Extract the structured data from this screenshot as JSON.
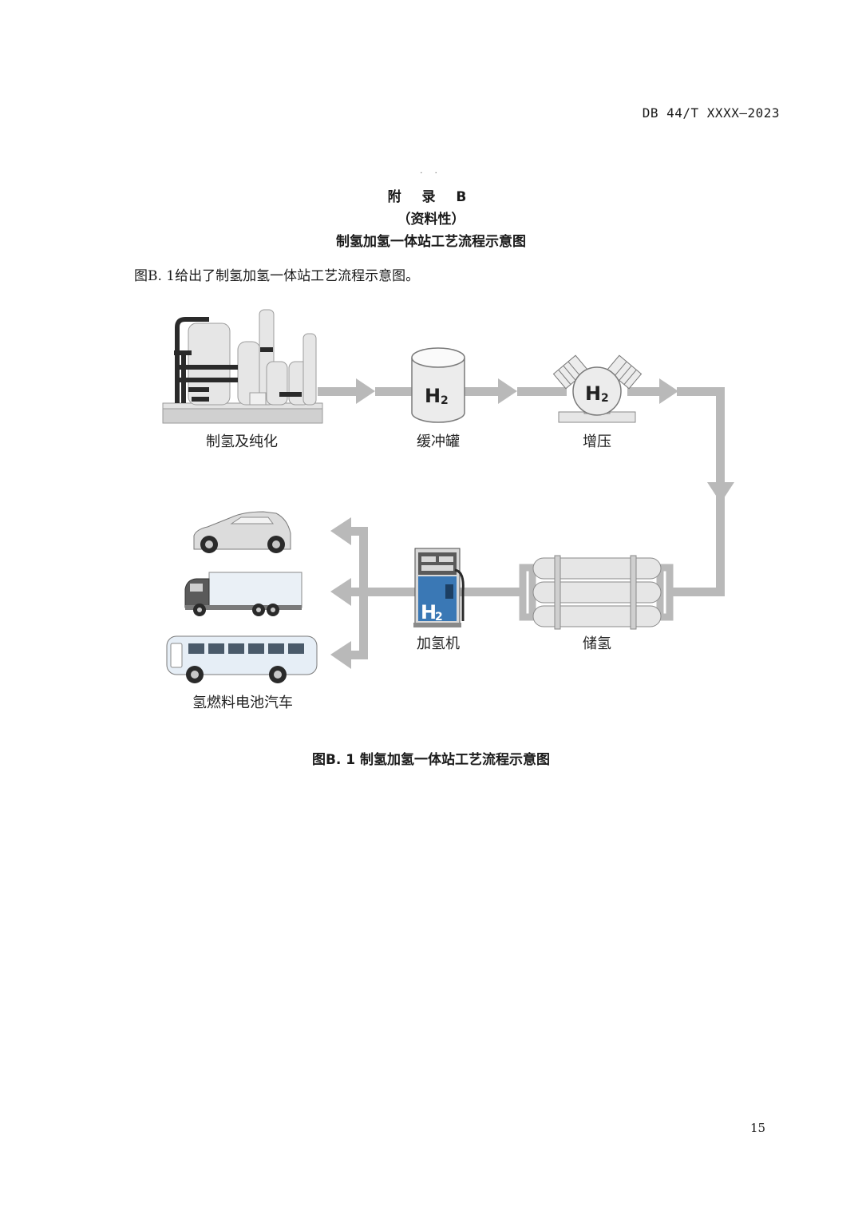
{
  "header": {
    "doc_code": "DB 44/T XXXX—2023"
  },
  "appendix": {
    "dots": "· ·",
    "title": "附 录 B",
    "nature": "（资料性）",
    "name": "制氢加氢一体站工艺流程示意图"
  },
  "intro_text": "图B. 1给出了制氢加氢一体站工艺流程示意图。",
  "diagram": {
    "nodes": {
      "production": "制氢及纯化",
      "buffer_tank": "缓冲罐",
      "compression": "增压",
      "storage": "储氢",
      "dispenser": "加氢机",
      "vehicles": "氢燃料电池汽车"
    },
    "h2_symbol": "H",
    "h2_subscript": "2",
    "colors": {
      "arrow": "#b9b9b9",
      "equipment": "#dcdcdc",
      "pipe": "#2a2a2a",
      "dispenser_blue": "#3a78b5"
    }
  },
  "caption": "图B. 1 制氢加氢一体站工艺流程示意图",
  "footer": {
    "page_number": "15"
  }
}
